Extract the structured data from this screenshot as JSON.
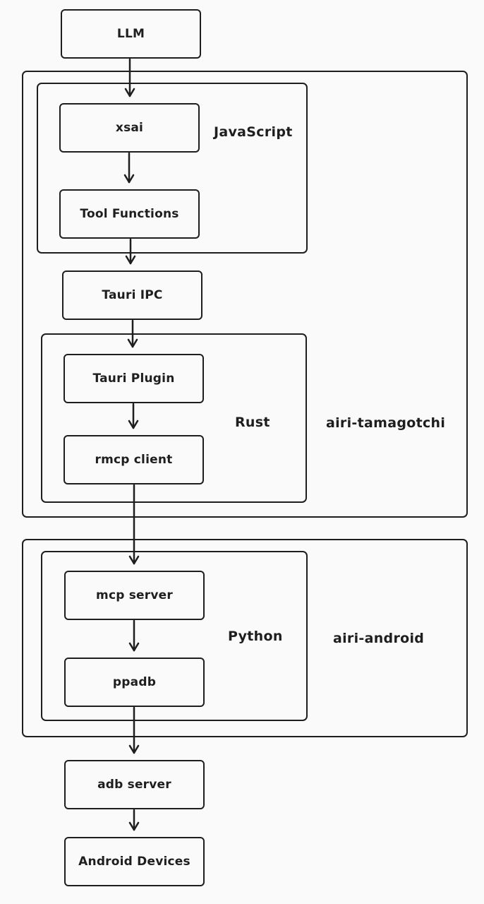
{
  "nodes": {
    "llm": "LLM",
    "xsai": "xsai",
    "tool_functions": "Tool Functions",
    "tauri_ipc": "Tauri IPC",
    "tauri_plugin": "Tauri Plugin",
    "rmcp_client": "rmcp client",
    "mcp_server": "mcp server",
    "ppadb": "ppadb",
    "adb_server": "adb server",
    "android_devices": "Android Devices"
  },
  "groups": {
    "javascript": "JavaScript",
    "rust": "Rust",
    "python": "Python",
    "airi_tamagotchi": "airi-tamagotchi",
    "airi_android": "airi-android"
  },
  "edges": [
    {
      "from": "LLM",
      "to": "xsai"
    },
    {
      "from": "xsai",
      "to": "Tool Functions"
    },
    {
      "from": "Tool Functions",
      "to": "Tauri IPC"
    },
    {
      "from": "Tauri IPC",
      "to": "Tauri Plugin"
    },
    {
      "from": "Tauri Plugin",
      "to": "rmcp client"
    },
    {
      "from": "rmcp client",
      "to": "mcp server"
    },
    {
      "from": "mcp server",
      "to": "ppadb"
    },
    {
      "from": "ppadb",
      "to": "adb server"
    },
    {
      "from": "adb server",
      "to": "Android Devices"
    }
  ]
}
